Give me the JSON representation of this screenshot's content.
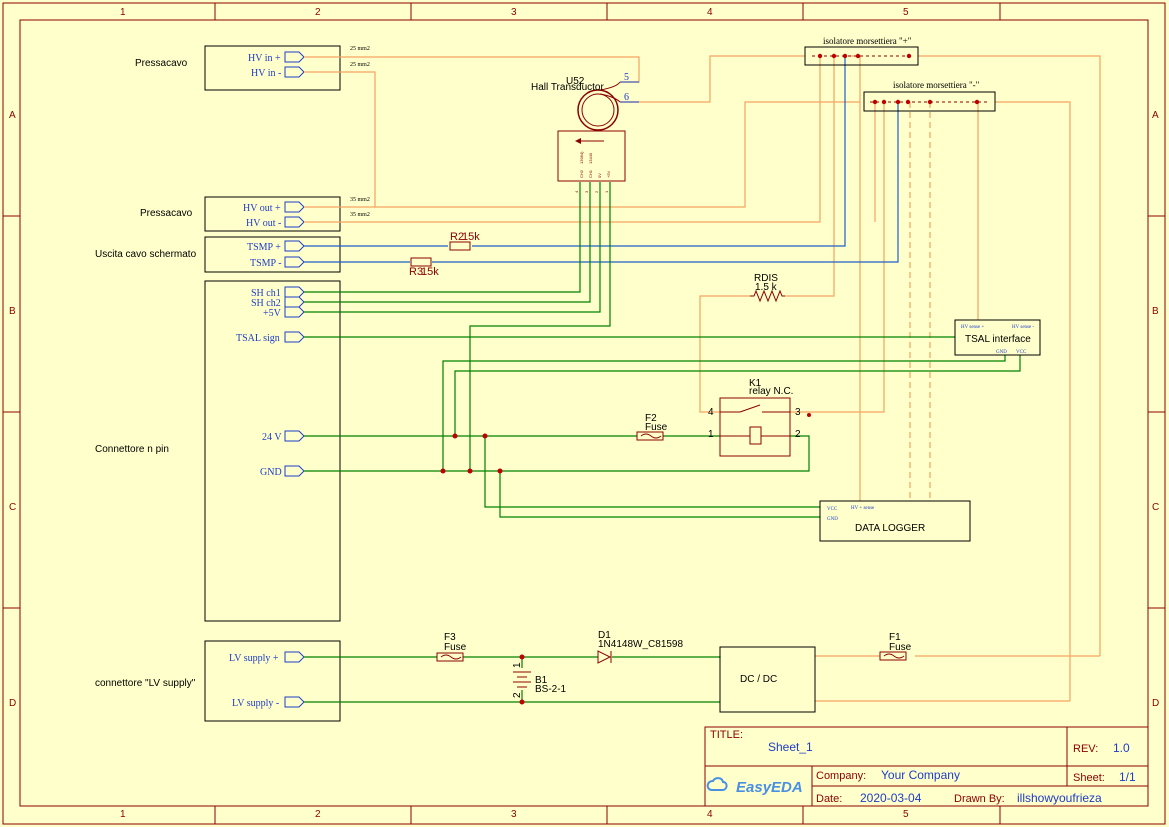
{
  "sheet_frame": {
    "col_labels": [
      "1",
      "2",
      "3",
      "4",
      "5"
    ],
    "row_labels": [
      "A",
      "B",
      "C",
      "D"
    ]
  },
  "blocks": {
    "pressacavo_in": {
      "title": "Pressacavo",
      "ports": [
        "HV in +",
        "HV in -"
      ],
      "wire_notes": [
        "25 mm2",
        "25 mm2"
      ]
    },
    "pressacavo_out": {
      "title": "Pressacavo",
      "ports": [
        "HV out +",
        "HV out -"
      ],
      "wire_notes": [
        "35 mm2",
        "35 mm2"
      ]
    },
    "uscita_cavo": {
      "title": "Uscita cavo schermato",
      "ports": [
        "TSMP +",
        "TSMP -"
      ]
    },
    "connettore_n": {
      "title": "Connettore n pin",
      "ports": [
        "SH ch1",
        "SH ch2",
        "+5V",
        "TSAL sign",
        "24 V",
        "GND"
      ]
    },
    "lv_supply": {
      "title": "connettore \"LV supply\"",
      "ports": [
        "LV supply +",
        "LV supply -"
      ]
    }
  },
  "components": {
    "hall": {
      "ref": "U52",
      "name": "Hall Transductor",
      "pin_top": "5",
      "pin_bottom": "6",
      "box_pins": [
        "CH2",
        "13984)",
        "CH1",
        "13440",
        "0V",
        "+5V"
      ],
      "pin_nums": [
        "4",
        "3",
        "2",
        "1"
      ]
    },
    "iso_plus": {
      "label": "isolatore morsettiera \"+\""
    },
    "iso_minus": {
      "label": "isolatore morsettiera \"-\""
    },
    "r2": {
      "ref": "R2",
      "value": "15k"
    },
    "r3": {
      "ref": "R3",
      "value": "15k"
    },
    "rdis": {
      "ref": "RDIS",
      "value": "1.5 k"
    },
    "k1": {
      "ref": "K1",
      "value": "relay N.C.",
      "pins": [
        "4",
        "1",
        "3",
        "2"
      ]
    },
    "f1": {
      "ref": "F1",
      "value": "Fuse"
    },
    "f2": {
      "ref": "F2",
      "value": "Fuse"
    },
    "f3": {
      "ref": "F3",
      "value": "Fuse"
    },
    "d1": {
      "ref": "D1",
      "value": "1N4148W_C81598"
    },
    "b1": {
      "ref": "B1",
      "value": "BS-2-1",
      "pins": [
        "1",
        "2"
      ]
    },
    "tsal": {
      "label": "TSAL interface",
      "pins": [
        "HV sense +",
        "HV sense -",
        "GND",
        "VCC"
      ]
    },
    "datalogger": {
      "label": "DATA LOGGER",
      "pins": [
        "VCC",
        "GND",
        "HV + sense"
      ]
    },
    "dcdc": {
      "label": "DC / DC"
    }
  },
  "title_block": {
    "title_label": "TITLE:",
    "title": "Sheet_1",
    "rev_label": "REV:",
    "rev": "1.0",
    "company_label": "Company:",
    "company": "Your Company",
    "sheet_label": "Sheet:",
    "sheet": "1/1",
    "date_label": "Date:",
    "date": "2020-03-04",
    "drawn_label": "Drawn By:",
    "drawn_by": "illshowyoufrieza",
    "logo": "EasyEDA"
  },
  "colors": {
    "background": "#FFFFCC",
    "frame": "#8B0000",
    "wire_hv": "#F4A460",
    "wire_lv": "#008000",
    "wire_signal": "#1E5FC8"
  }
}
